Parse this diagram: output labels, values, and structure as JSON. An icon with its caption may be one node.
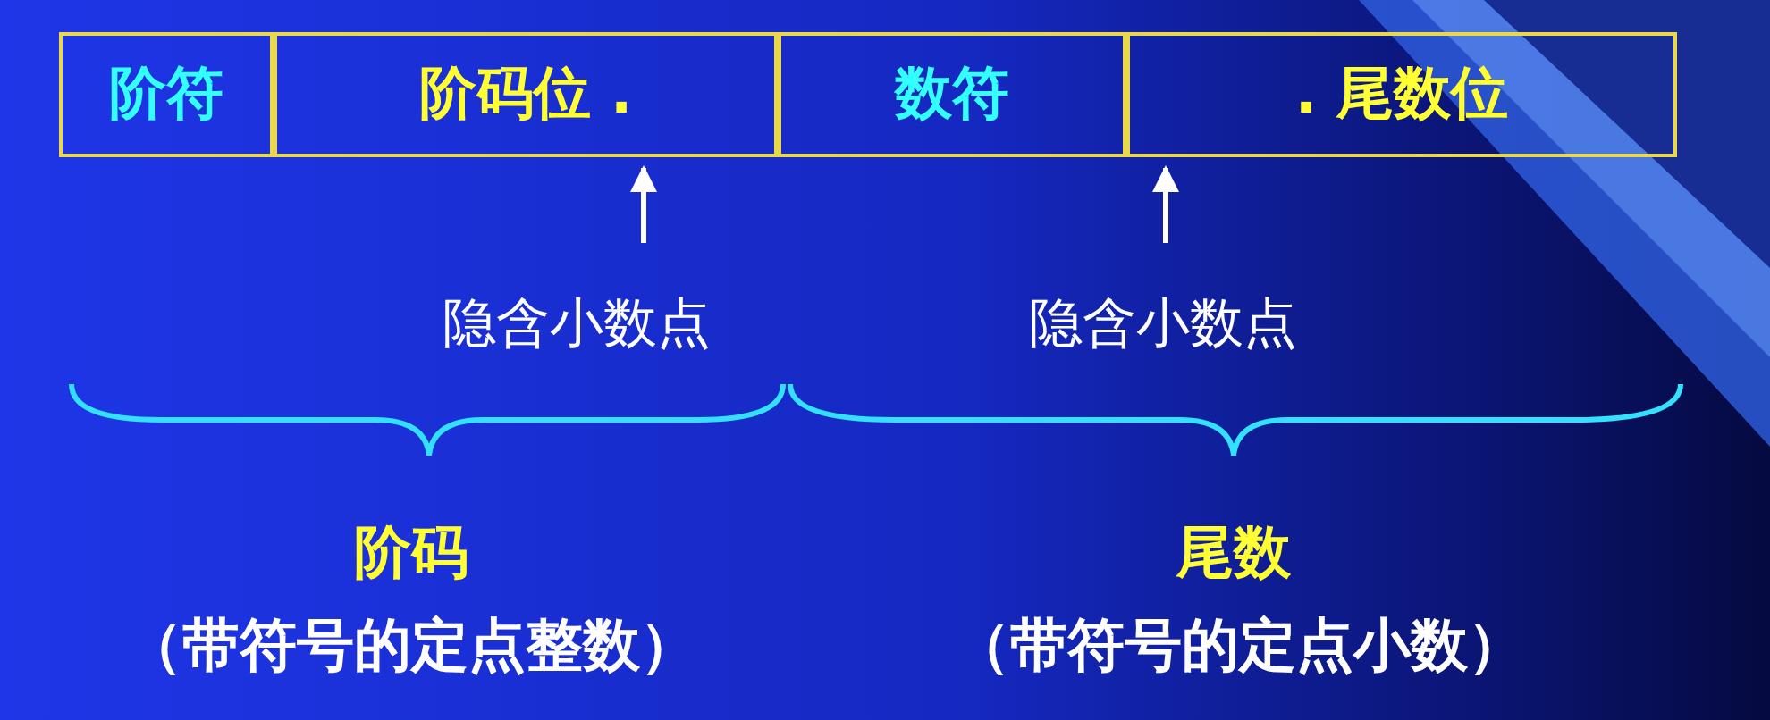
{
  "diagram": {
    "nodes": [
      {
        "text": [
          "阶符"
        ]
      },
      {
        "text": [
          "阶码位 ."
        ]
      },
      {
        "text": [
          "数符"
        ]
      },
      {
        "text": [
          ". 尾数位"
        ]
      },
      {
        "text": [
          "隐含小数点"
        ]
      },
      {
        "text": [
          "隐含小数点"
        ]
      }
    ],
    "edges": [
      {
        "from": 4,
        "to": 1,
        "arrow": "to"
      },
      {
        "from": 5,
        "to": 3,
        "arrow": "to"
      }
    ],
    "labels": [
      "阶码",
      "（带符号的定点整数）",
      "尾数",
      "（带符号的定点小数）"
    ]
  }
}
